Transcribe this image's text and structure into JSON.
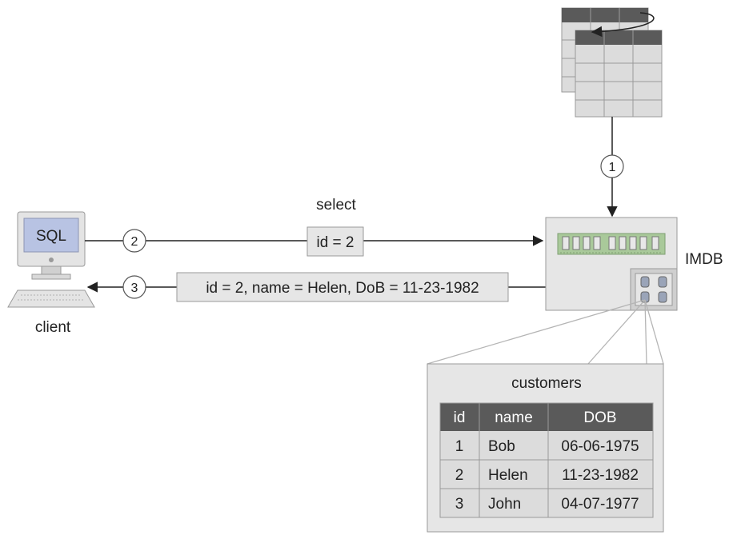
{
  "client": {
    "screen_text": "SQL",
    "label": "client"
  },
  "steps": {
    "one": "1",
    "two": "2",
    "three": "3"
  },
  "query": {
    "command_label": "select",
    "text": "id = 2"
  },
  "response": {
    "text": "id = 2, name = Helen, DoB = 11-23-1982"
  },
  "imdb": {
    "label": "IMDB"
  },
  "customers_table": {
    "title": "customers",
    "headers": [
      "id",
      "name",
      "DOB"
    ],
    "rows": [
      [
        "1",
        "Bob",
        "06-06-1975"
      ],
      [
        "2",
        "Helen",
        "11-23-1982"
      ],
      [
        "3",
        "John",
        "04-07-1977"
      ]
    ]
  },
  "colors": {
    "panel_fill": "#e6e6e6",
    "panel_stroke": "#9a9a9a",
    "header_fill": "#5a5a5a",
    "screen_fill": "#b8c3e3",
    "ram_green": "#a9c99a"
  }
}
